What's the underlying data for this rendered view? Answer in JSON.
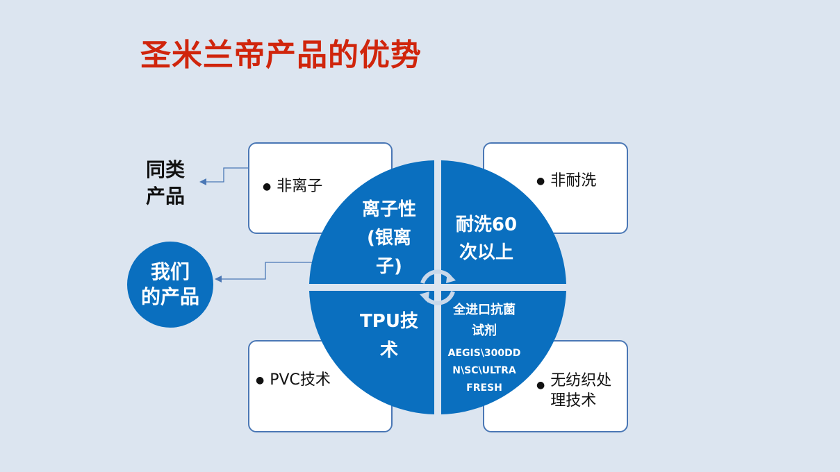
{
  "title": "圣米兰帝产品的优势",
  "competitor_label": "同类\n产品",
  "our_label": "我们\n的产品",
  "cards": {
    "top_left": "非离子",
    "top_right": "非耐洗",
    "bottom_left": "PVC技术",
    "bottom_right": "无纺织处\n理技术"
  },
  "quadrants": {
    "top_left": "离子性\n(银离\n子)",
    "top_right": "耐洗60\n次以上",
    "bottom_left": "TPU技\n术",
    "bottom_right_line1": "全进口抗菌\n试剂",
    "bottom_right_line2": "AEGIS\\300DD\nN\\SC\\ULTRA\nFRESH"
  },
  "colors": {
    "title": "#d0250c",
    "quadrant_fill": "#0a6fbf",
    "card_border": "#4a77b5",
    "background": "#dce5f0"
  },
  "icons": [
    "refresh-cycle-icon",
    "arrow-left-icon"
  ]
}
